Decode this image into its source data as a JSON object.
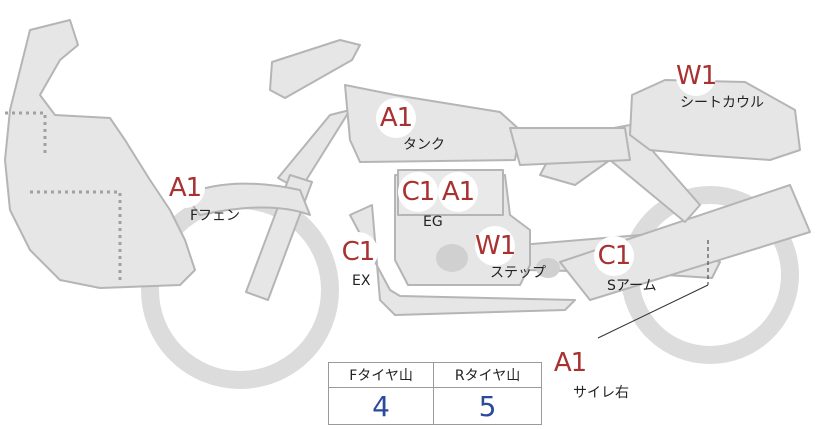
{
  "grades": {
    "cowl": "W1",
    "tank": "A1",
    "f_fender": "A1",
    "eg_c": "C1",
    "eg_a": "A1",
    "ex": "C1",
    "step": "W1",
    "s_arm": "C1",
    "muffler": "A1"
  },
  "labels": {
    "cowl": "シートカウル",
    "tank": "タンク",
    "f_fender": "Fフェン",
    "eg": "EG",
    "ex": "EX",
    "step": "ステップ",
    "s_arm": "Sアーム",
    "muffler": "サイレ右"
  },
  "tread": {
    "front_header": "Fタイヤ山",
    "rear_header": "Rタイヤ山",
    "front_value": "4",
    "rear_value": "5"
  },
  "colors": {
    "body_fill": "#e6e6e6",
    "outline": "#b5b5b5",
    "grade_text": "#a83232",
    "value_text": "#2a4a9a"
  }
}
